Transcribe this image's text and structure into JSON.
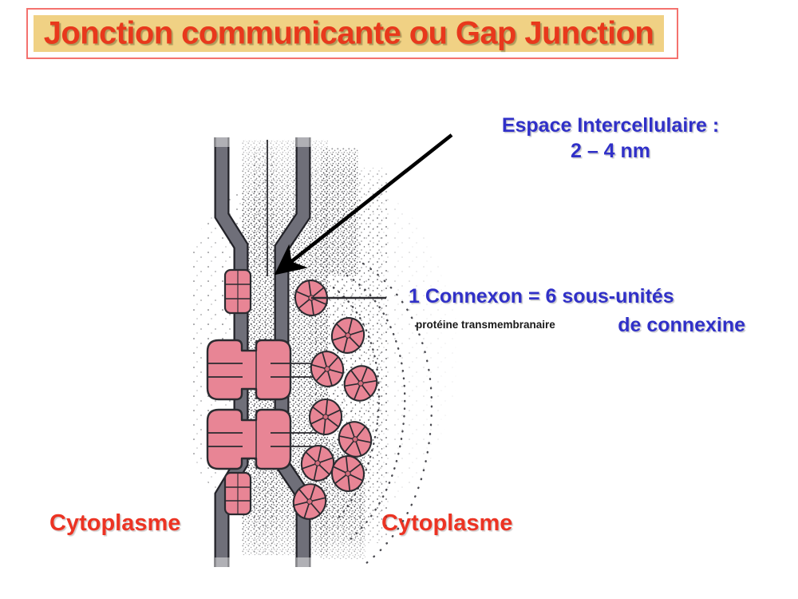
{
  "slide": {
    "title": "Jonction communicante ou Gap Junction",
    "title_text_color": "#e8381c",
    "title_fill_color": "#f0d184",
    "title_border_color": "#f4726e",
    "background_color": "#ffffff"
  },
  "annotations": {
    "intercellular_space": {
      "line1": "Espace  Intercellulaire :",
      "line2": "2 – 4 nm",
      "color": "#3030c8"
    },
    "connexon": {
      "line1": "1 Connexon = 6 sous-unités",
      "line2": "de connexine",
      "color": "#3030c8"
    },
    "membrane_protein": {
      "text": "protéine transmembranaire",
      "color": "#1a1a1a"
    },
    "cytoplasm_left": {
      "text": "Cytoplasme",
      "color": "#ec3323"
    },
    "cytoplasm_right": {
      "text": "Cytoplasme",
      "color": "#ec3323"
    }
  },
  "diagram": {
    "name": "gap-junction-cross-section",
    "membrane_color": "#6f6f79",
    "membrane_outline_color": "#222228",
    "connexon_color": "#e88595",
    "connexon_outline_color": "#2b2b30",
    "stipple_color": "#3a3a40",
    "leader_line_color": "#2b2b30",
    "arrow_color": "#000000",
    "channel_count": 2,
    "free_connexon_count": 9,
    "subunits_per_connexon": 6
  }
}
